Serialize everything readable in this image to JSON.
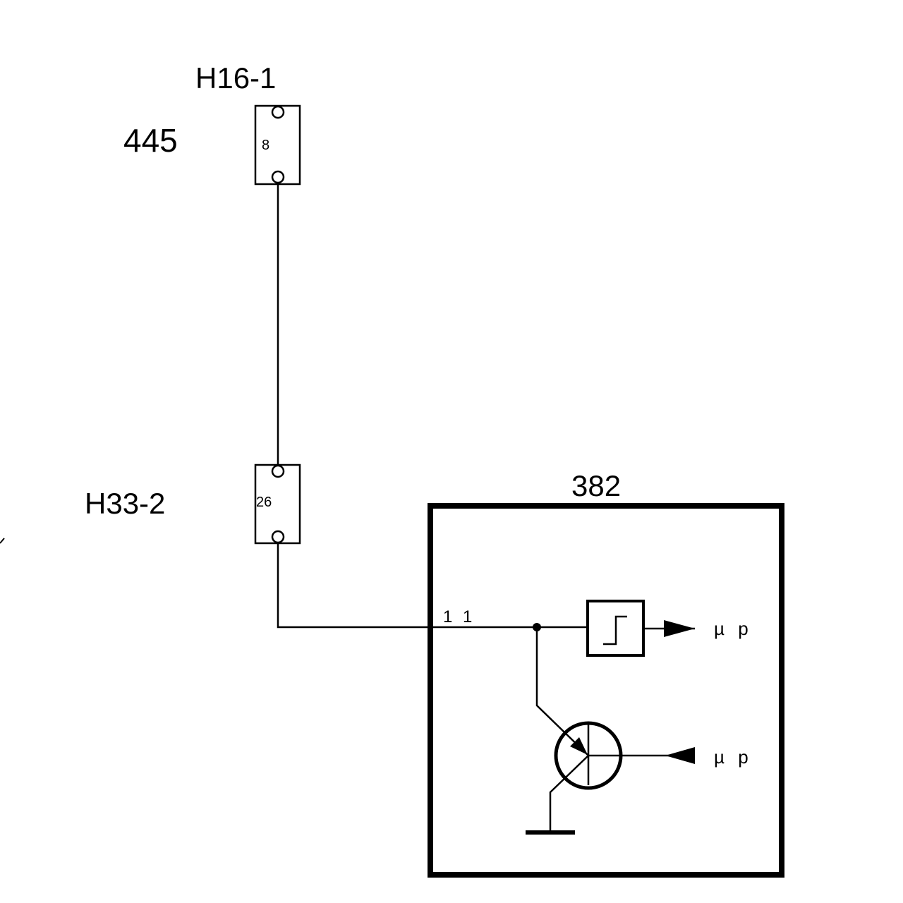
{
  "connectors": {
    "top": {
      "name": "H16-1",
      "pin": "8",
      "wire": "445"
    },
    "bottom": {
      "name": "H33-2",
      "pin": "26"
    }
  },
  "module": {
    "id": "382",
    "pin": "1 1",
    "output_label": "µ p",
    "input_label": "µ p"
  }
}
